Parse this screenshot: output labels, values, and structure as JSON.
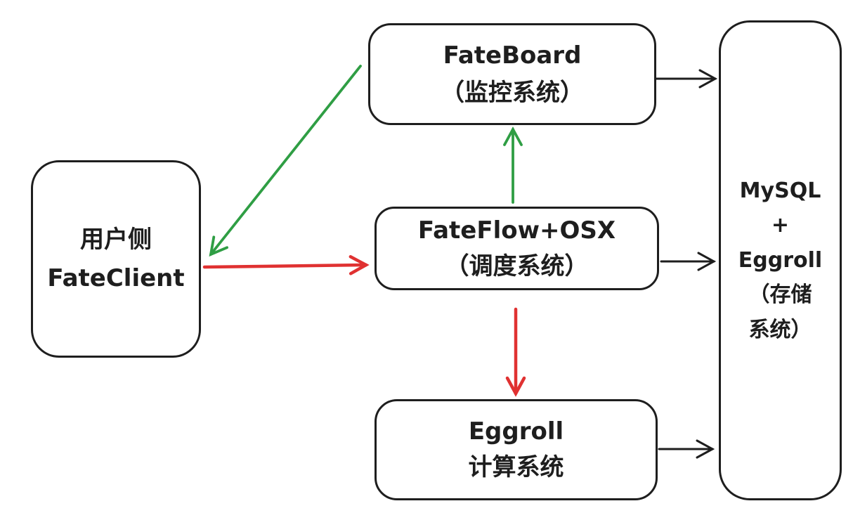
{
  "colors": {
    "stroke": "#1e1e1e",
    "green": "#2f9e44",
    "red": "#e03131",
    "bg": "#ffffff"
  },
  "nodes": {
    "fate_client": {
      "line1": "用户侧",
      "line2": "FateClient"
    },
    "fate_board": {
      "line1": "FateBoard",
      "line2": "（监控系统）"
    },
    "fate_flow": {
      "line1": "FateFlow+OSX",
      "line2": "（调度系统）"
    },
    "eggroll_compute": {
      "line1": "Eggroll",
      "line2": "计算系统"
    },
    "storage": {
      "line1": "MySQL",
      "line2": "+",
      "line3": "Eggroll",
      "line4": "（存储",
      "line5": "系统）"
    }
  },
  "edges": [
    {
      "from": "fate_board",
      "to": "fate_client",
      "color": "green",
      "style": "diagonal"
    },
    {
      "from": "fate_client",
      "to": "fate_flow",
      "color": "red",
      "style": "horizontal"
    },
    {
      "from": "fate_flow",
      "to": "fate_board",
      "color": "green",
      "style": "vertical-up"
    },
    {
      "from": "fate_flow",
      "to": "eggroll_compute",
      "color": "red",
      "style": "vertical-down"
    },
    {
      "from": "fate_board",
      "to": "storage",
      "color": "black",
      "style": "horizontal"
    },
    {
      "from": "fate_flow",
      "to": "storage",
      "color": "black",
      "style": "horizontal"
    },
    {
      "from": "eggroll_compute",
      "to": "storage",
      "color": "black",
      "style": "horizontal"
    }
  ]
}
